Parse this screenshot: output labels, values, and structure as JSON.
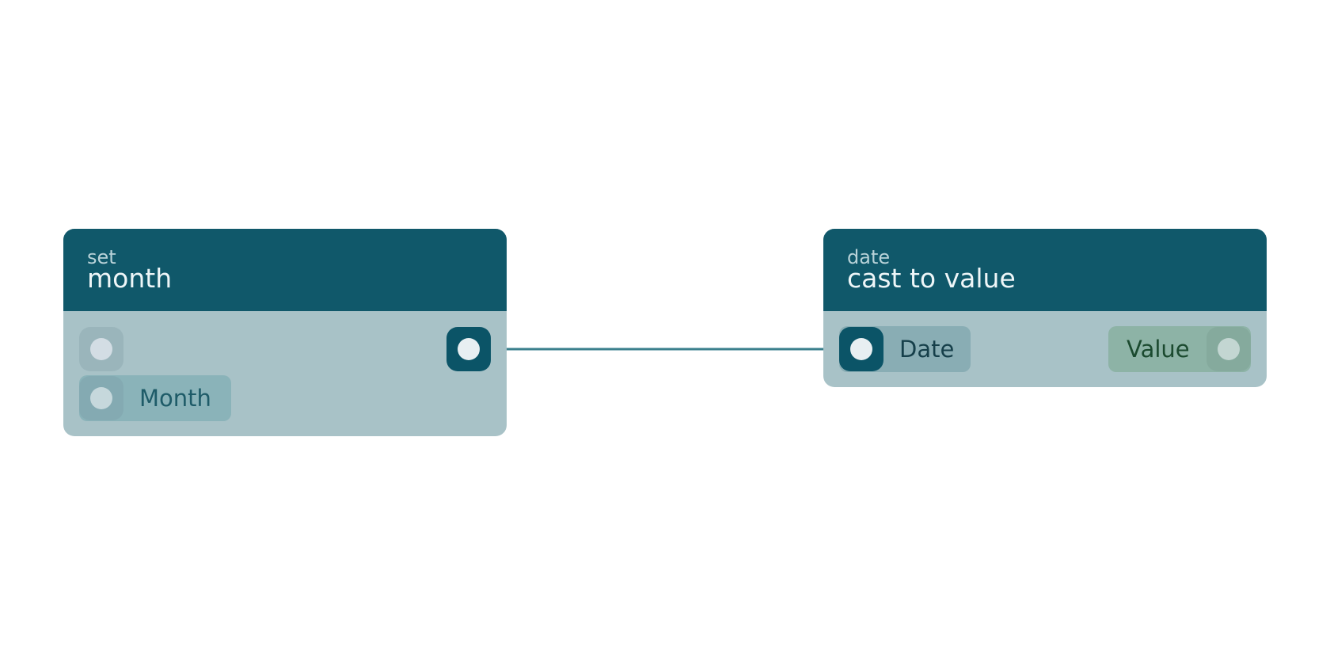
{
  "nodes": {
    "set_month": {
      "category": "set",
      "title": "month",
      "inputs": [
        {
          "label": ""
        },
        {
          "label": "Month"
        }
      ],
      "output_connected": true
    },
    "cast_to_value": {
      "category": "date",
      "title": "cast to value",
      "inputs": [
        {
          "label": "Date",
          "connected": true
        }
      ],
      "outputs": [
        {
          "label": "Value"
        }
      ]
    }
  },
  "connections": [
    {
      "from": "set_month.output",
      "to": "cast_to_value.inputs.Date"
    }
  ],
  "colors": {
    "header": "#10586a",
    "body": "#a8c2c7",
    "wire": "#3a7f8c",
    "value_port": "#8db3a6"
  }
}
